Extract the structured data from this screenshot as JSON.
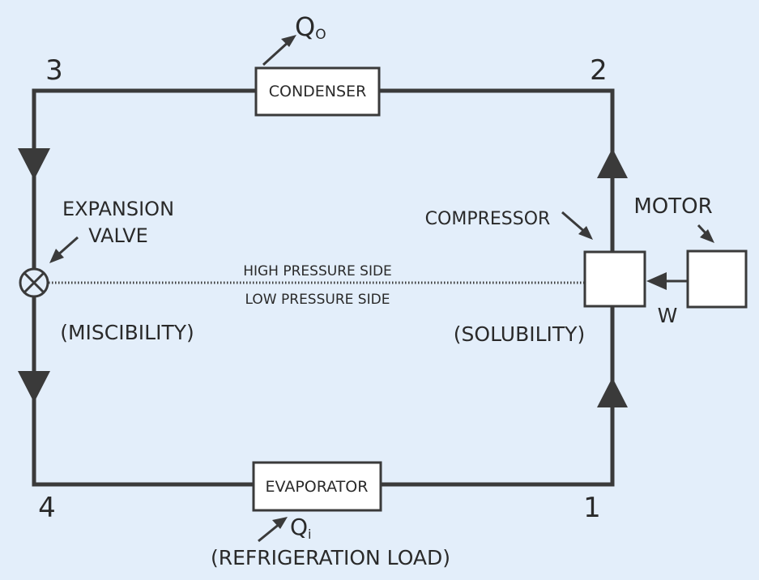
{
  "nodes": {
    "n1": "1",
    "n2": "2",
    "n3": "3",
    "n4": "4"
  },
  "components": {
    "condenser": "CONDENSER",
    "evaporator": "EVAPORATOR",
    "compressor": "COMPRESSOR",
    "motor": "MOTOR",
    "expansion_valve_line1": "EXPANSION",
    "expansion_valve_line2": "VALVE"
  },
  "heat": {
    "q_out": "Q",
    "q_out_sub": "O",
    "q_in": "Q",
    "q_in_sub": "i",
    "refrigeration_load": "(REFRIGERATION LOAD)"
  },
  "work_label": "W",
  "pressure": {
    "high": "HIGH PRESSURE SIDE",
    "low": "LOW PRESSURE SIDE"
  },
  "properties": {
    "miscibility": "(MISCIBILITY)",
    "solubility": "(SOLUBILITY)"
  }
}
